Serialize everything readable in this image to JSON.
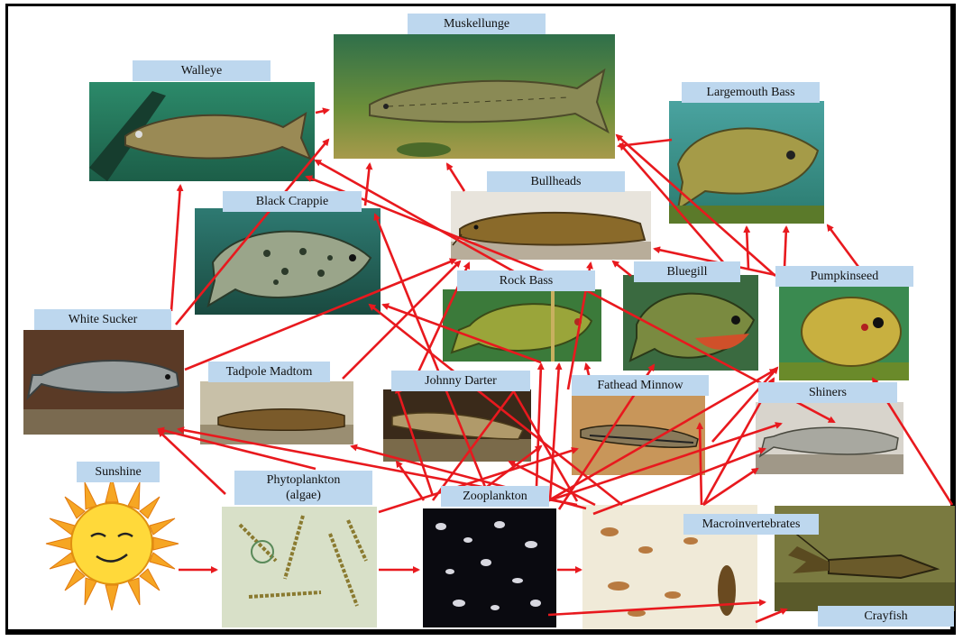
{
  "colors": {
    "arrow": "#e8191e",
    "label_bg": "#bdd7ee",
    "frame": "#000000"
  },
  "nodes": {
    "muskellunge": {
      "label": "Muskellunge",
      "icon": "muskellunge-fish-photo"
    },
    "walleye": {
      "label": "Walleye",
      "icon": "walleye-fish-photo"
    },
    "largemouth_bass": {
      "label": "Largemouth Bass",
      "icon": "largemouth-bass-photo"
    },
    "bullheads": {
      "label": "Bullheads",
      "icon": "bullhead-catfish-photo"
    },
    "black_crappie": {
      "label": "Black Crappie",
      "icon": "black-crappie-photo"
    },
    "rock_bass": {
      "label": "Rock Bass",
      "icon": "rock-bass-photo"
    },
    "bluegill": {
      "label": "Bluegill",
      "icon": "bluegill-photo"
    },
    "pumpkinseed": {
      "label": "Pumpkinseed",
      "icon": "pumpkinseed-photo"
    },
    "white_sucker": {
      "label": "White Sucker",
      "icon": "white-sucker-photo"
    },
    "tadpole_madtom": {
      "label": "Tadpole Madtom",
      "icon": "tadpole-madtom-photo"
    },
    "johnny_darter": {
      "label": "Johnny Darter",
      "icon": "johnny-darter-photo"
    },
    "fathead_minnow": {
      "label": "Fathead Minnow",
      "icon": "fathead-minnow-photo"
    },
    "shiners": {
      "label": "Shiners",
      "icon": "shiner-photo"
    },
    "sunshine": {
      "label": "Sunshine",
      "icon": "smiling-sun-icon"
    },
    "phytoplankton": {
      "label_line1": "Phytoplankton",
      "label_line2": "(algae)",
      "icon": "algae-micrograph"
    },
    "zooplankton": {
      "label": "Zooplankton",
      "icon": "zooplankton-micrograph"
    },
    "macroinvertebrates": {
      "label": "Macroinvertebrates",
      "icon": "macroinvertebrates-photo"
    },
    "crayfish": {
      "label": "Crayfish",
      "icon": "crayfish-photo"
    }
  }
}
